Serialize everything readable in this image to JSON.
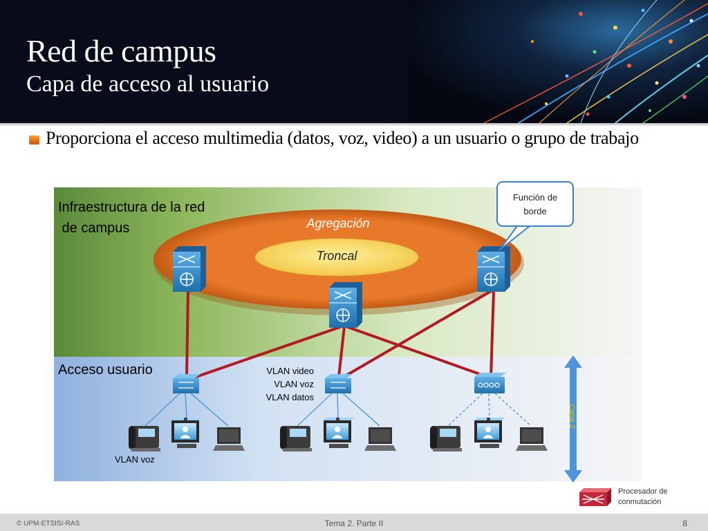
{
  "slide": {
    "title": "Red de campus",
    "subtitle": "Capa de acceso al usuario",
    "bullet": "Proporciona el acceso multimedia (datos, voz, video) a un usuario o grupo de trabajo"
  },
  "diagram": {
    "infra_label": "Infraestructura de la red\n de campus",
    "agregacion_label": "Agregación",
    "troncal_label": "Troncal",
    "callout": "Función de\nborde",
    "acceso_label": "Acceso usuario",
    "vlan_list": [
      "VLAN video",
      "VLAN voz",
      "VLAN datos"
    ],
    "vlan_voz_label": "VLAN voz",
    "capa2_label": "Capa 2",
    "legend_label": "Procesador de\nconmutación",
    "colors": {
      "agregacion_ring": "#e8782a",
      "troncal_core": "#f7dc60",
      "links": "#b11a22",
      "device_blue": "#2a8ccf",
      "header_bg": "#070b1a",
      "bullet_orange": "#e9731a"
    },
    "icons": [
      "multilayer-switch-icon",
      "access-switch-icon",
      "hub-icon",
      "ip-phone-icon",
      "video-terminal-icon",
      "laptop-icon",
      "switching-processor-icon",
      "double-arrow-icon"
    ]
  },
  "footer": {
    "left": "© UPM-ETSISI-RAS",
    "center": "Tema 2. Parte II",
    "page": "8"
  }
}
